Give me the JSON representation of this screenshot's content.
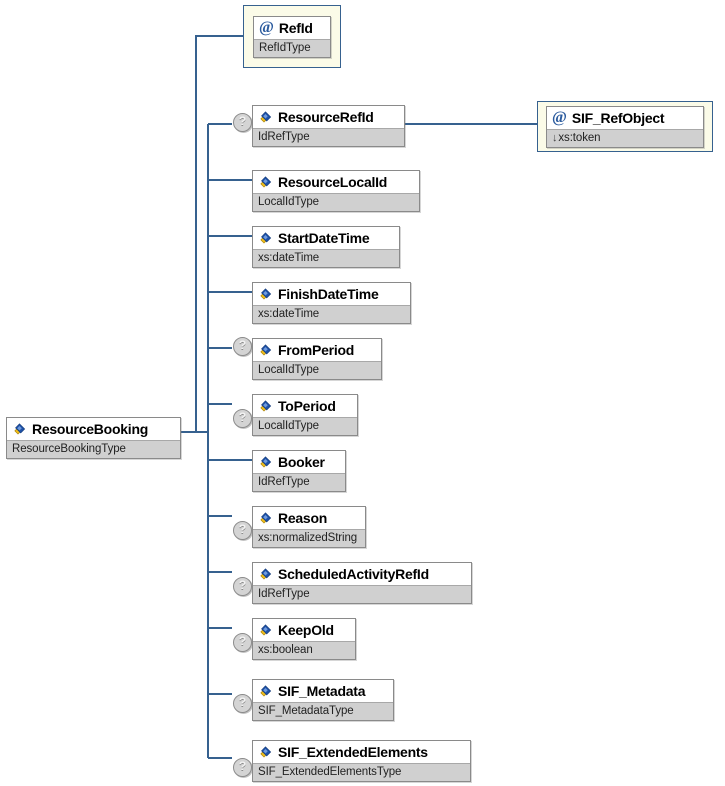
{
  "diagram": {
    "title": "ResourceBooking",
    "type": "xml-schema-tree",
    "colors": {
      "line": "#36618f",
      "node_border": "#8a8a8a",
      "type_band": "#d0d0d0",
      "container_fill": "#fbfbe8",
      "container_border": "#36618f",
      "optional_marker": "#d4d4d4",
      "attribute_icon": "#2b5b9e",
      "element_icon_blue": "#1f52a8",
      "element_icon_yellow": "#f2bf19",
      "background": "#ffffff"
    }
  },
  "root": {
    "name": "ResourceBooking",
    "type": "ResourceBookingType",
    "icon": "element-icon",
    "optional": false
  },
  "attributes": [
    {
      "name": "RefId",
      "type": "RefIdType",
      "icon": "attribute-icon",
      "icon_glyph": "@",
      "optional": false,
      "boxed": true
    }
  ],
  "children": [
    {
      "name": "ResourceRefId",
      "type": "IdRefType",
      "icon": "element-icon",
      "optional": true,
      "optional_marker": "?"
    },
    {
      "name": "ResourceLocalId",
      "type": "LocalIdType",
      "icon": "element-icon",
      "optional": false
    },
    {
      "name": "StartDateTime",
      "type": "xs:dateTime",
      "icon": "element-icon",
      "optional": false
    },
    {
      "name": "FinishDateTime",
      "type": "xs:dateTime",
      "icon": "element-icon",
      "optional": false
    },
    {
      "name": "FromPeriod",
      "type": "LocalIdType",
      "icon": "element-icon",
      "optional": true,
      "optional_marker": "?"
    },
    {
      "name": "ToPeriod",
      "type": "LocalIdType",
      "icon": "element-icon",
      "optional": true,
      "optional_marker": "?"
    },
    {
      "name": "Booker",
      "type": "IdRefType",
      "icon": "element-icon",
      "optional": false
    },
    {
      "name": "Reason",
      "type": "xs:normalizedString",
      "icon": "element-icon",
      "optional": true,
      "optional_marker": "?"
    },
    {
      "name": "ScheduledActivityRefId",
      "type": "IdRefType",
      "icon": "element-icon",
      "optional": true,
      "optional_marker": "?"
    },
    {
      "name": "KeepOld",
      "type": "xs:boolean",
      "icon": "element-icon",
      "optional": true,
      "optional_marker": "?"
    },
    {
      "name": "SIF_Metadata",
      "type": "SIF_MetadataType",
      "icon": "element-icon",
      "optional": true,
      "optional_marker": "?"
    },
    {
      "name": "SIF_ExtendedElements",
      "type": "SIF_ExtendedElementsType",
      "icon": "element-icon",
      "optional": true,
      "optional_marker": "?"
    }
  ],
  "referenced": [
    {
      "name": "SIF_RefObject",
      "type": "xs:token",
      "type_prefix": "↓",
      "icon": "attribute-icon",
      "icon_glyph": "@",
      "parent": "ResourceRefId",
      "boxed": true
    }
  ]
}
